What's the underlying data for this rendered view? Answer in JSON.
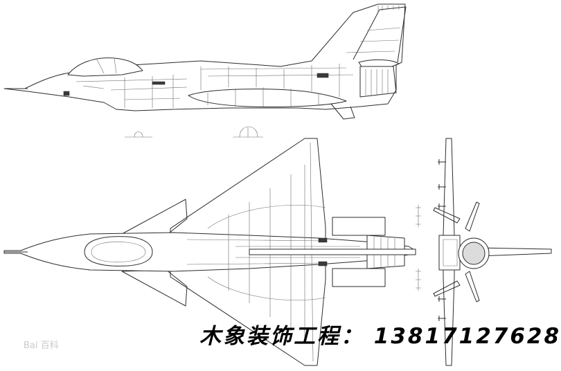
{
  "caption": "木象装饰工程：  13817127628",
  "watermark": "Bai 百科",
  "drawing": {
    "subject": "three-view line drawing of a delta-wing canard fighter jet",
    "views": [
      "side-view",
      "top-view",
      "front-view"
    ],
    "icons": [
      "aircraft-side-view",
      "aircraft-top-view",
      "aircraft-front-view"
    ],
    "colors": {
      "line": "#2b2b2b",
      "background": "#ffffff",
      "caption": "#000000"
    }
  }
}
